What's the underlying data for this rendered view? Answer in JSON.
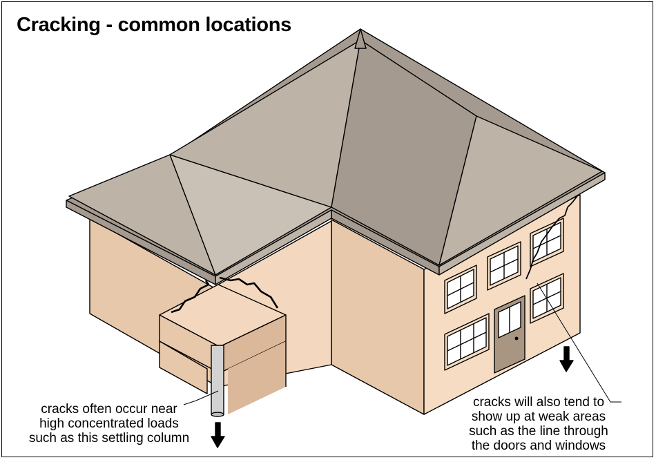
{
  "title": "Cracking - common locations",
  "annotations": {
    "column": [
      "cracks often occur near",
      "high concentrated loads",
      "such as this settling column"
    ],
    "windows": [
      "cracks will also tend to",
      "show up at weak areas",
      "such as the line through",
      "the doors and windows"
    ]
  },
  "colors": {
    "roof": "#bdb3a7",
    "roof_dark": "#a49a8f",
    "roof_light": "#c9c1b6",
    "wall_front": "#f5dcc3",
    "wall_side": "#e8c8ab",
    "wall_shadow": "#dcb89a",
    "window_glass": "#ffffff",
    "door": "#a89683",
    "column": "#d2d2d2",
    "crack": "#000000"
  },
  "icons": [
    "settlement-arrow-icon",
    "settlement-arrow-icon"
  ]
}
